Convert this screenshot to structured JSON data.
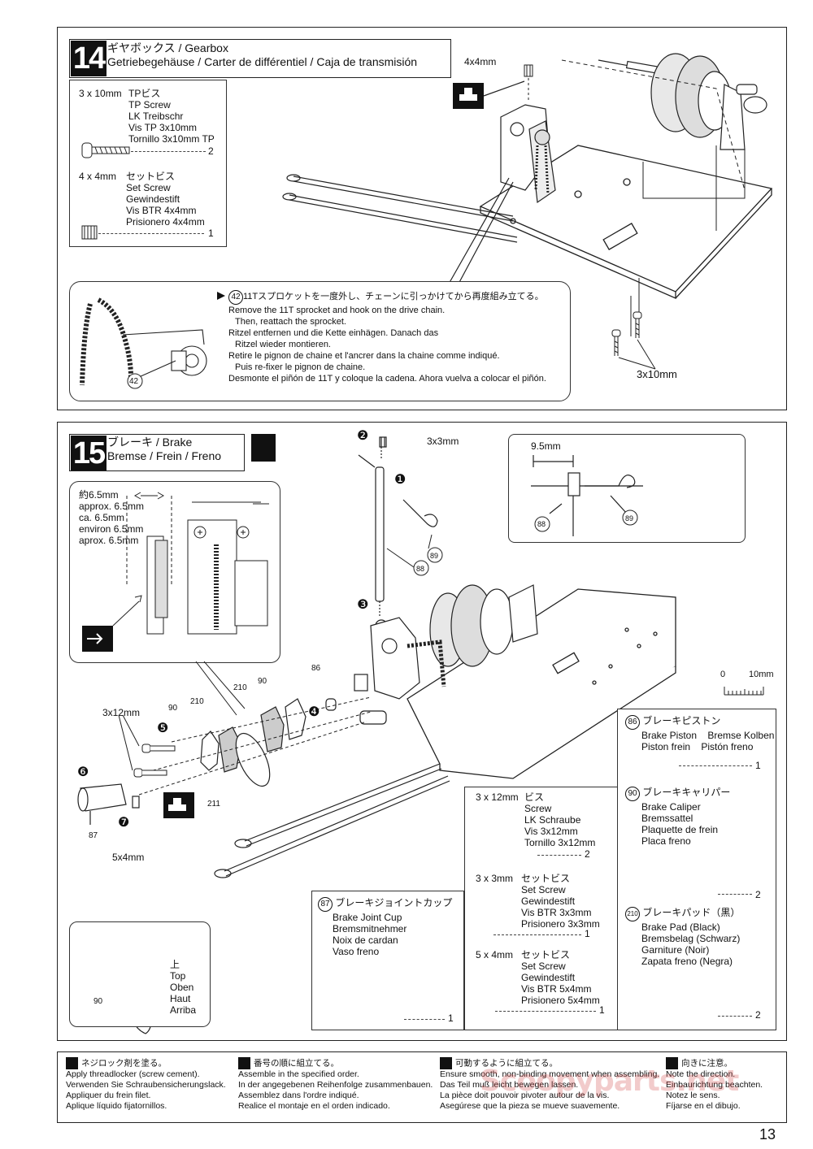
{
  "step14": {
    "number": "14",
    "title_line1": "ギヤボックス / Gearbox",
    "title_line2": "Getriebegehäuse / Carter de différentiel / Caja de transmisión",
    "parts": [
      {
        "size": "3 x 10mm",
        "names": [
          "TPビス",
          "TP Screw",
          "LK Treibschr",
          "Vis TP 3x10mm",
          "Tornillo 3x10mm TP"
        ],
        "qty": "2"
      },
      {
        "size": "4 x 4mm",
        "names": [
          "セットビス",
          "Set Screw",
          "Gewindestift",
          "Vis BTR 4x4mm",
          "Prisionero 4x4mm"
        ],
        "qty": "1"
      }
    ],
    "labels": {
      "set_screw": "4x4mm",
      "screws": "3x10mm",
      "part42": "42"
    },
    "note": {
      "num": "42",
      "lines": [
        "11Tスプロケットを一度外し、チェーンに引っかけてから再度組み立てる。",
        "Remove the 11T sprocket and hook on the drive chain.",
        "Then, reattach the sprocket.",
        "Ritzel entfernen und die Kette einhägen. Danach das",
        "Ritzel wieder montieren.",
        "Retire le pignon de chaine et l'ancrer dans la chaine comme indiqué.",
        "Puis re-fixer le pignon de chaine.",
        "Desmonte el piñón de 11T y coloque la cadena. Ahora vuelva a colocar el piñón."
      ]
    }
  },
  "step15": {
    "number": "15",
    "title_line1": "ブレーキ / Brake",
    "title_line2": "Bremse / Frein / Freno",
    "inset_gap": {
      "lines": [
        "約6.5mm",
        "approx. 6.5mm",
        "ca. 6.5mm",
        "environ 6.5mm",
        "aprox. 6.5mm"
      ]
    },
    "detail_dim": "9.5mm",
    "labels": {
      "m2": "❷",
      "m1": "❶",
      "m3": "❸",
      "m4": "❹",
      "m5": "❺",
      "m6": "❻",
      "m7": "❼",
      "screw33": "3x3mm",
      "screw312": "3x12mm",
      "screw54": "5x4mm",
      "p88": "88",
      "p89": "89",
      "p86": "86",
      "p90": "90",
      "p210": "210",
      "p211": "211",
      "p87": "87"
    },
    "scale": {
      "zero": "0",
      "ten": "10mm"
    },
    "direction": {
      "lines": [
        "上",
        "Top",
        "Oben",
        "Haut",
        "Arriba"
      ],
      "part": "90"
    },
    "parts_right": [
      {
        "num": "86",
        "names": [
          "ブレーキピストン",
          "Brake Piston    Bremse Kolben",
          "Piston frein    Pistón freno"
        ],
        "qty": "1"
      },
      {
        "num": "90",
        "names": [
          "ブレーキキャリパー",
          "Brake Caliper",
          "Bremssattel",
          "Plaquette de frein",
          "Placa freno"
        ],
        "qty": "2"
      },
      {
        "num": "210",
        "names": [
          "ブレーキパッド（黒）",
          "Brake Pad (Black)",
          "Bremsbelag (Schwarz)",
          "Garniture (Noir)",
          "Zapata freno (Negra)"
        ],
        "qty": "2"
      }
    ],
    "parts_mid": [
      {
        "size": "3 x 12mm",
        "names": [
          "ビス",
          "Screw",
          "LK Schraube",
          "Vis 3x12mm",
          "Tornillo 3x12mm"
        ],
        "qty": "2"
      },
      {
        "size": "3 x 3mm",
        "names": [
          "セットビス",
          "Set Screw",
          "Gewindestift",
          "Vis BTR 3x3mm",
          "Prisionero 3x3mm"
        ],
        "qty": "1"
      },
      {
        "size": "5 x 4mm",
        "names": [
          "セットビス",
          "Set Screw",
          "Gewindestift",
          "Vis BTR 5x4mm",
          "Prisionero 5x4mm"
        ],
        "qty": "1"
      }
    ],
    "part87": {
      "num": "87",
      "names": [
        "ブレーキジョイントカップ",
        "Brake Joint Cup",
        "Bremsmitnehmer",
        "Noix de cardan",
        "Vaso freno"
      ],
      "qty": "1"
    }
  },
  "footer": [
    {
      "icon": "threadlocker-icon",
      "lines": [
        "ネジロック剤を塗る。",
        "Apply threadlocker (screw cement).",
        "Verwenden Sie Schraubensicherungslack.",
        "Appliquer du frein filet.",
        "Aplique líquido fijatornillos."
      ]
    },
    {
      "icon": "order-icon",
      "lines": [
        "番号の順に組立てる。",
        "Assemble in the specified order.",
        "In der angegebenen Reihenfolge zusammenbauen.",
        "Assemblez dans l'ordre indiqué.",
        "Realice el montaje en el orden indicado."
      ]
    },
    {
      "icon": "movement-icon",
      "lines": [
        "可動するように組立てる。",
        "Ensure smooth, non-binding movement when assembling.",
        "Das Teil muß leicht bewegen lassen.",
        "La pièce doit pouvoir pivoter autour de la vis.",
        "Asegúrese que la pieza se mueve suavemente."
      ]
    },
    {
      "icon": "direction-icon",
      "lines": [
        "向きに注意。",
        "Note the direction.",
        "Einbaurichtung beachten.",
        "Notez le sens.",
        "Fíjarse en el dibujo."
      ]
    }
  ],
  "watermark": "Scoopyparts.net",
  "page_number": "13"
}
